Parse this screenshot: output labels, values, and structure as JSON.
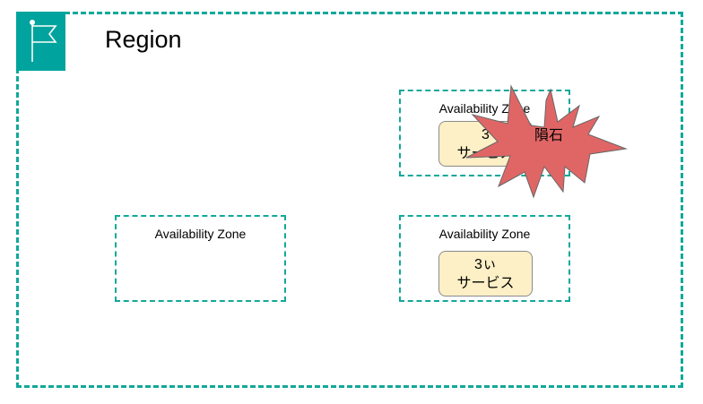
{
  "region": {
    "title": "Region",
    "icon": "flag-icon",
    "border_color": "#12a89b",
    "badge_color": "#00a39d"
  },
  "zones": [
    {
      "label": "Availability Zone",
      "service": null
    },
    {
      "label": "Availability Zone",
      "service": {
        "line1": "3",
        "line2": "サービス"
      }
    },
    {
      "label": "Availability Zone",
      "service": {
        "line1": "3ぃ",
        "line2": "サービス"
      }
    }
  ],
  "meteor": {
    "label": "隕石",
    "fill_color": "#e06666"
  },
  "service_fill_color": "#fdefc6"
}
